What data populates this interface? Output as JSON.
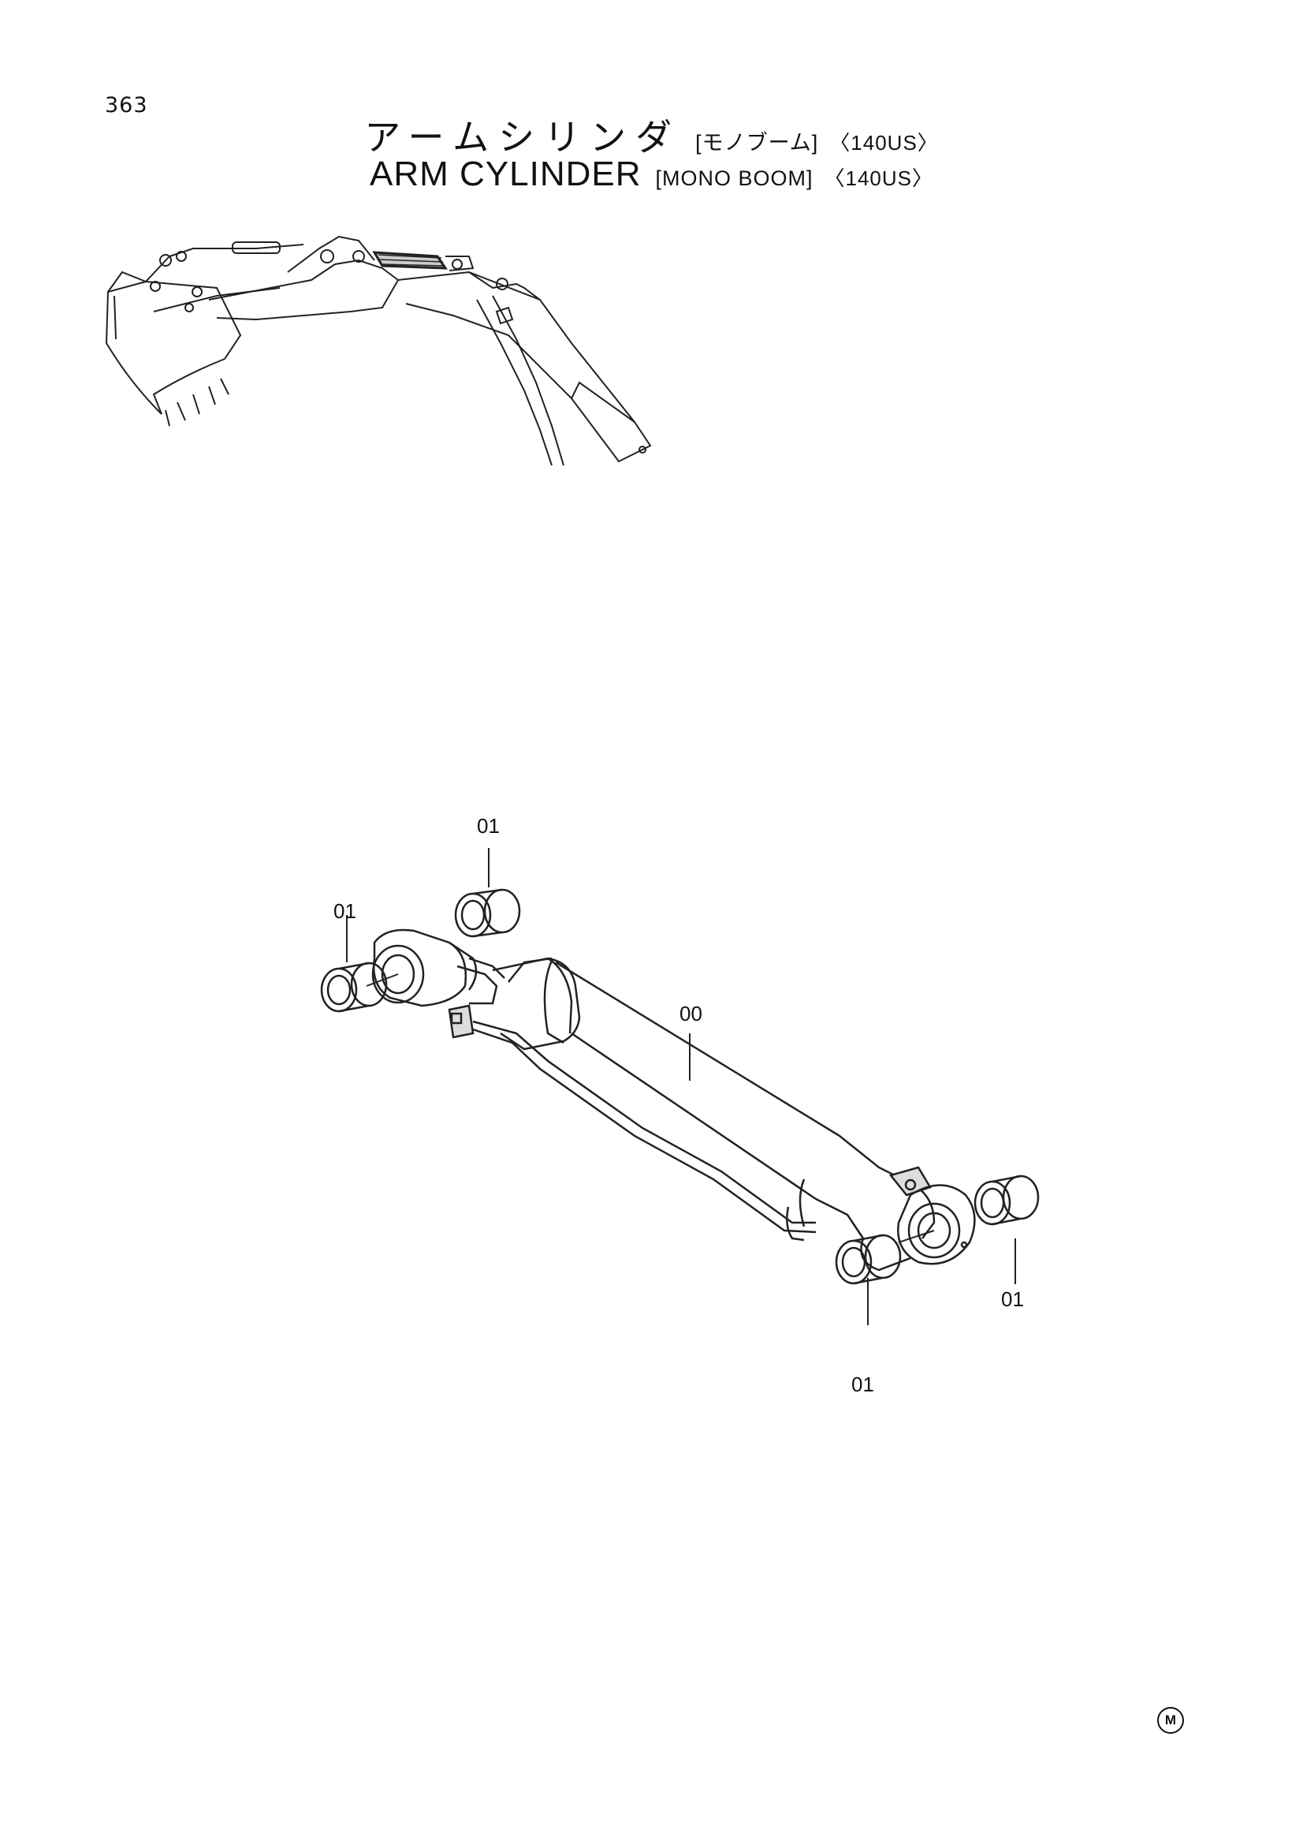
{
  "page_number": "363",
  "title_jp": {
    "main": "アームシリンダ",
    "variant": "[モノブーム]",
    "model": "〈140US〉"
  },
  "title_en": {
    "main": "ARM  CYLINDER",
    "variant": "[MONO BOOM]",
    "model": "〈140US〉"
  },
  "callouts": {
    "bushing_1": "01",
    "bushing_2": "01",
    "bushing_3": "01",
    "bushing_4": "01",
    "cylinder": "00"
  },
  "mark": "M"
}
